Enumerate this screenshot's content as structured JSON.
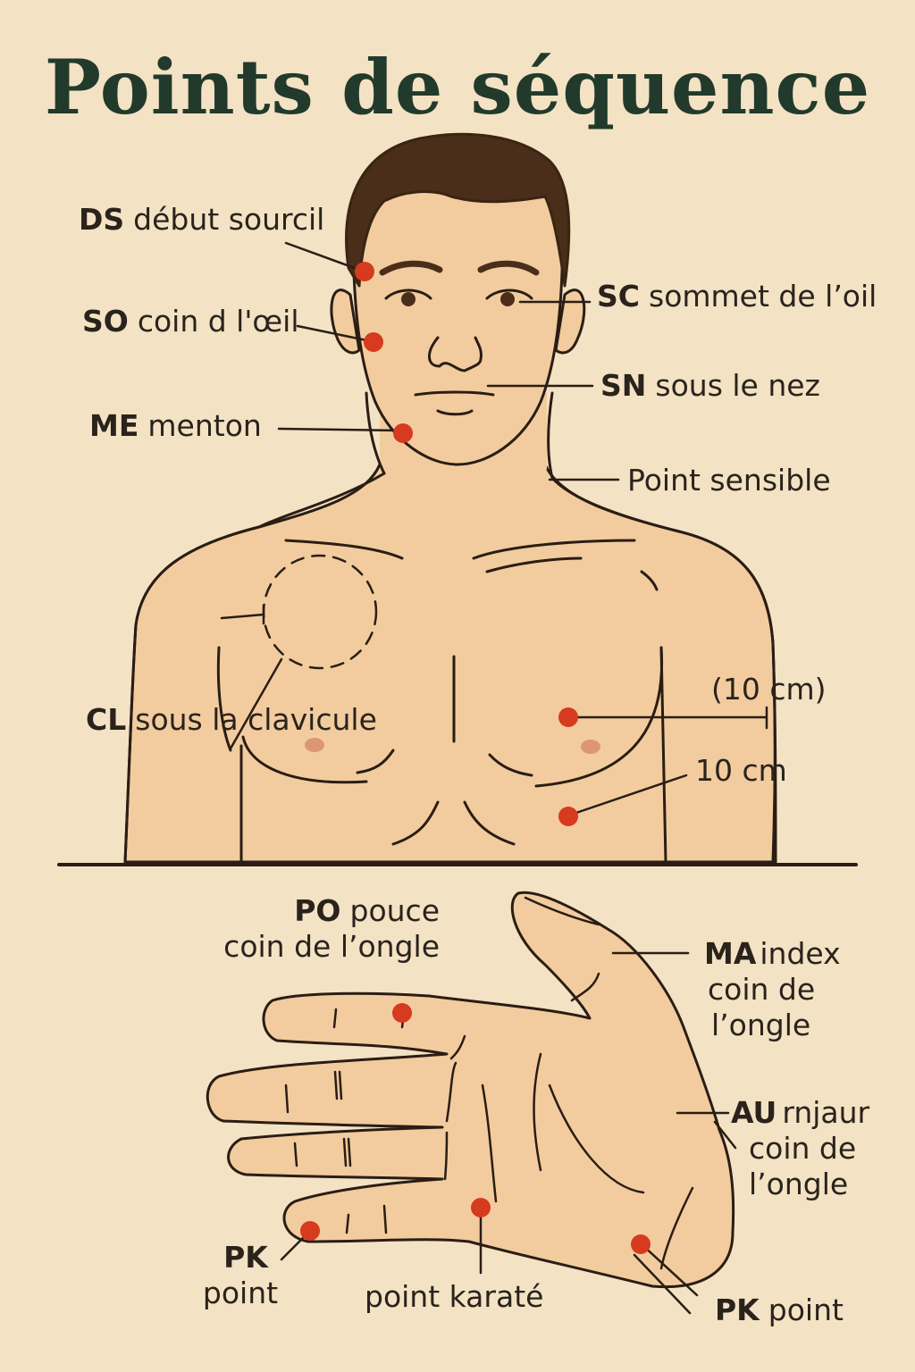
{
  "title": "Points de séquence",
  "colors": {
    "background": "#f3e2c4",
    "title": "#223a2b",
    "skin": "#f2cc9e",
    "hair": "#4a2e1a",
    "outline": "#2a1d14",
    "point": "#d63a1f",
    "nipple": "#d98c6c"
  },
  "face_labels": {
    "ds": {
      "code": "DS",
      "text": "début sourcil"
    },
    "so": {
      "code": "SO",
      "text": "coin d l'œil"
    },
    "me": {
      "code": "ME",
      "text": "menton"
    },
    "sc": {
      "code": "SC",
      "text": "sommet de l’oil"
    },
    "sn": {
      "code": "SN",
      "text": "sous le nez"
    },
    "ps": {
      "text": "Point sensible"
    }
  },
  "torso_labels": {
    "cl": {
      "code": "CL",
      "text": "sous la clavicule"
    },
    "measure_top": "(10 cm)",
    "measure_bottom": "10 cm"
  },
  "hand_labels": {
    "po": {
      "code": "PO",
      "text": "pouce",
      "line2": "coin de l’ongle"
    },
    "ma": {
      "code": "MA",
      "text": "index",
      "line2": "coin de",
      "line3": "l’ongle"
    },
    "au": {
      "code": "AU",
      "text": "rnjaur",
      "line2": "coin de",
      "line3": "l’ongle"
    },
    "pk_left": {
      "code": "PK",
      "line2": "point"
    },
    "karate": {
      "text": "point karaté"
    },
    "pk_right": {
      "code": "PK",
      "text": "point"
    }
  }
}
